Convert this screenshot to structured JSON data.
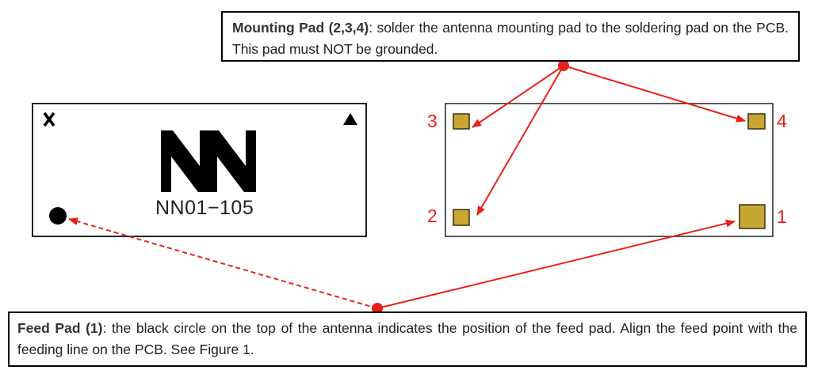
{
  "mounting_callout": {
    "title": "Mounting Pad (2,3,4)",
    "text": ": solder the antenna mounting pad to the soldering pad on the PCB. This pad must NOT be grounded."
  },
  "feed_callout": {
    "title": "Feed Pad (1)",
    "text": ": the black circle on the top of the antenna indicates the position of the feed pad. Align the feed point with the feeding line on the PCB. See Figure 1."
  },
  "antenna_top": {
    "part_number": "NN01−105",
    "corner_left_icon": "x-mark-icon",
    "corner_right_icon": "triangle-up-icon",
    "logo_icon": "nn-logo-icon",
    "feed_marker_icon": "filled-circle-icon"
  },
  "antenna_bottom": {
    "pads": [
      {
        "label": "3",
        "size": "small"
      },
      {
        "label": "4",
        "size": "small"
      },
      {
        "label": "2",
        "size": "small"
      },
      {
        "label": "1",
        "size": "large"
      }
    ]
  },
  "colors": {
    "arrow": "#e8211a",
    "pad_fill": "#c8a632",
    "pad_stroke": "#3a2e10"
  }
}
